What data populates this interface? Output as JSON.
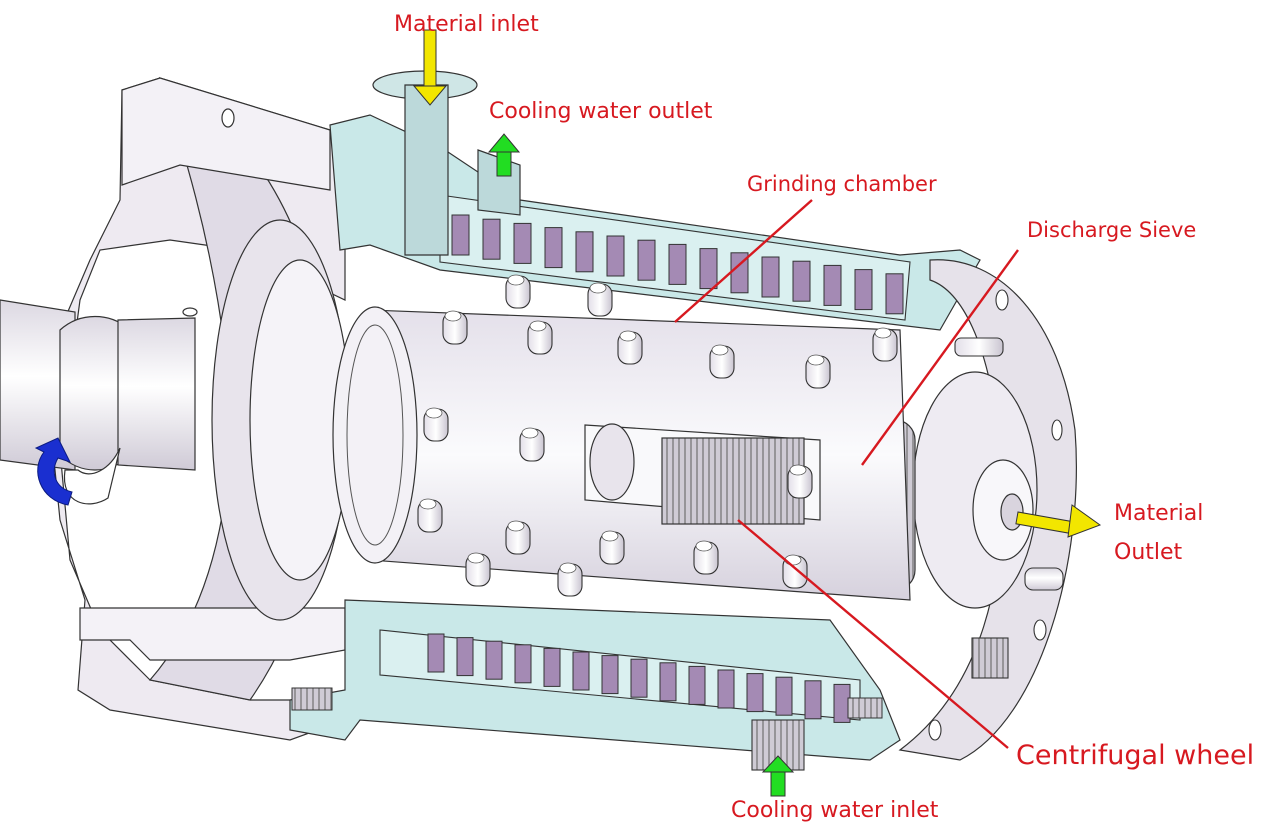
{
  "labels": {
    "material_inlet": "Material inlet",
    "cooling_water_outlet": "Cooling water outlet",
    "grinding_chamber": "Grinding chamber",
    "discharge_sieve": "Discharge Sieve",
    "material_outlet_line1": "Material",
    "material_outlet_line2": "Outlet",
    "centrifugal_wheel": "Centrifugal wheel",
    "cooling_water_inlet": "Cooling water inlet"
  },
  "colors": {
    "label_text": "#d71920",
    "leader_line": "#d71920",
    "material_arrow": "#f2e600",
    "water_arrow": "#22dd22",
    "rotation_arrow": "#1a2fd0",
    "body_grey": "#f1eff3",
    "flange_grey": "#e6e2ea",
    "jacket_cyan": "#c9e8e8",
    "cooling_channel_purple": "#a48ab4",
    "outline": "#333333"
  },
  "icons": [
    "material-flow-arrow",
    "water-flow-arrow",
    "rotation-arrow"
  ]
}
